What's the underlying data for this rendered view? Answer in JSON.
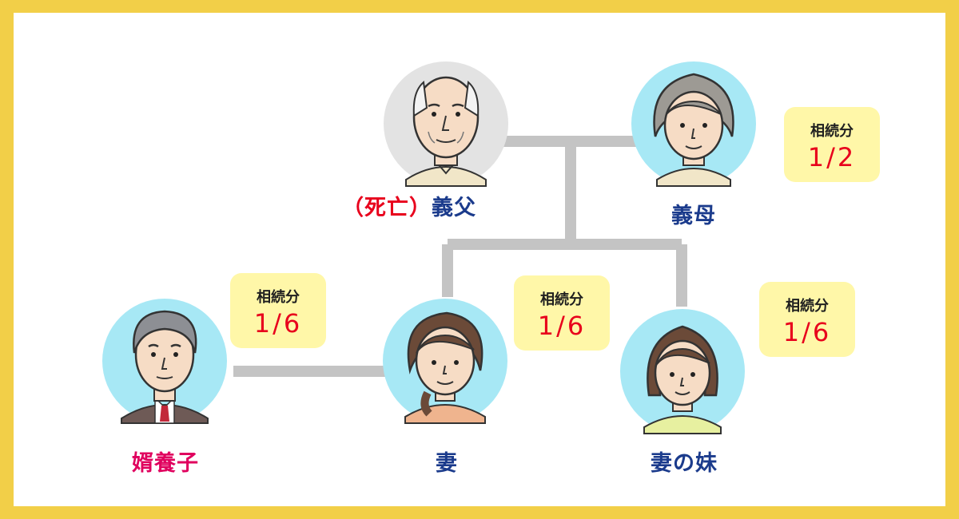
{
  "colors": {
    "frame": "#f2cf48",
    "navy_label": "#1b3b8c",
    "pink_label": "#e0005e",
    "red": "#e8001c",
    "badge_bg": "#fff7a8",
    "connector": "#c4c4c4",
    "portrait_circle": "#a7e8f5",
    "portrait_circle_deceased": "#e3e3e3"
  },
  "people": {
    "father_in_law": {
      "prefix": "（死亡）",
      "name": "義父",
      "status": "deceased",
      "icon": "elderly-man-portrait-icon"
    },
    "mother_in_law": {
      "name": "義母",
      "icon": "elderly-woman-portrait-icon"
    },
    "adopted_son_in_law": {
      "name": "婿養子",
      "icon": "man-in-suit-portrait-icon"
    },
    "wife": {
      "name": "妻",
      "icon": "woman-portrait-icon"
    },
    "wife_sister": {
      "name": "妻の妹",
      "icon": "young-woman-portrait-icon"
    }
  },
  "shares": {
    "mother_in_law": {
      "label": "相続分",
      "value": "1/2"
    },
    "adopted_son_in_law": {
      "label": "相続分",
      "value": "1/6"
    },
    "wife": {
      "label": "相続分",
      "value": "1/6"
    },
    "wife_sister": {
      "label": "相続分",
      "value": "1/6"
    }
  }
}
